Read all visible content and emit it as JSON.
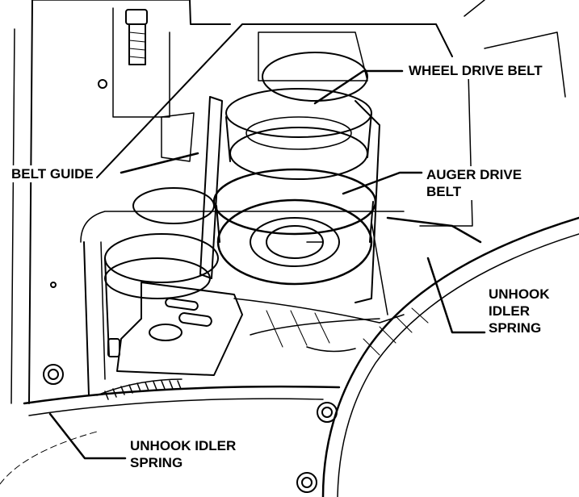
{
  "labels": {
    "wheel_drive_belt": "WHEEL DRIVE BELT",
    "auger_drive_belt_line1": "AUGER DRIVE",
    "auger_drive_belt_line2": "BELT",
    "belt_guide": "BELT GUIDE",
    "unhook_idler_spring_right_line1": "UNHOOK",
    "unhook_idler_spring_right_line2": "IDLER",
    "unhook_idler_spring_right_line3": "SPRING",
    "unhook_idler_spring_bottom_line1": "UNHOOK IDLER",
    "unhook_idler_spring_bottom_line2": "SPRING"
  },
  "colors": {
    "ink": "#000000",
    "paper": "#ffffff"
  }
}
